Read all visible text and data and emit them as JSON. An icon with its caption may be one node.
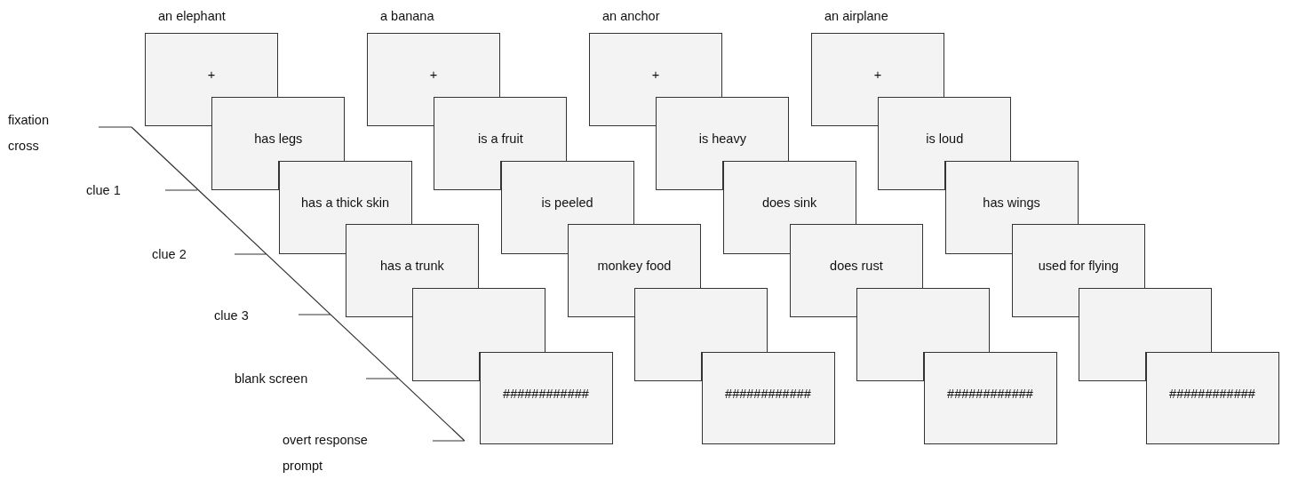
{
  "diagram": {
    "nodes": [
      {
        "text": [
          "+"
        ],
        "beside": [
          "an elephant"
        ]
      },
      {
        "text": [
          "has legs"
        ]
      },
      {
        "text": [
          "has a thick skin"
        ]
      },
      {
        "text": [
          "has a trunk"
        ]
      },
      {
        "text": [],
        "shape": "box"
      },
      {
        "text": [
          "############"
        ]
      },
      {
        "text": [
          "+"
        ],
        "beside": [
          "a banana"
        ]
      },
      {
        "text": [
          "is a fruit"
        ]
      },
      {
        "text": [
          "is peeled"
        ]
      },
      {
        "text": [
          "monkey food"
        ]
      },
      {
        "text": [],
        "shape": "box"
      },
      {
        "text": [
          "############"
        ]
      },
      {
        "text": [
          "+"
        ],
        "beside": [
          "an anchor"
        ]
      },
      {
        "text": [
          "is heavy"
        ]
      },
      {
        "text": [
          "does sink"
        ]
      },
      {
        "text": [
          "does rust"
        ]
      },
      {
        "text": [],
        "shape": "box"
      },
      {
        "text": [
          "############"
        ]
      },
      {
        "text": [
          "+"
        ],
        "beside": [
          "an airplane"
        ]
      },
      {
        "text": [
          "is loud"
        ]
      },
      {
        "text": [
          "has wings"
        ]
      },
      {
        "text": [
          "used for flying"
        ]
      },
      {
        "text": [],
        "shape": "box"
      },
      {
        "text": [
          "############"
        ]
      }
    ],
    "labels": [
      "fixation cross",
      "clue 1",
      "clue 2",
      "clue 3",
      "blank screen",
      "overt response prompt"
    ]
  }
}
